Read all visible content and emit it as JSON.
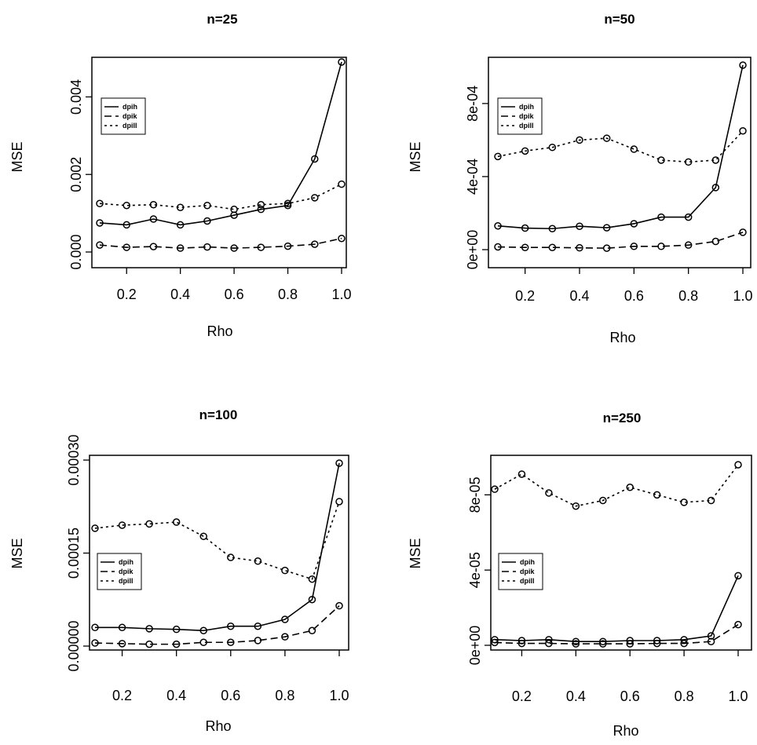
{
  "styles": {
    "line_color": "#000000",
    "background": "#ffffff",
    "dash": {
      "dpih": "",
      "dpik": "9,5",
      "dpill": "3,4"
    }
  },
  "chart_data": [
    {
      "type": "line",
      "title": "n=25",
      "xlabel": "Rho",
      "ylabel": "MSE",
      "x": [
        0.1,
        0.2,
        0.3,
        0.4,
        0.5,
        0.6,
        0.7,
        0.8,
        0.9,
        1.0
      ],
      "xlim": [
        0.1,
        1.0
      ],
      "ylim": [
        0.0,
        0.0049
      ],
      "xticks": [
        0.2,
        0.4,
        0.6,
        0.8,
        1.0
      ],
      "xtick_labels": [
        "0.2",
        "0.4",
        "0.6",
        "0.8",
        "1.0"
      ],
      "yticks": [
        0.0,
        0.002,
        0.004
      ],
      "ytick_labels": [
        "0.000",
        "0.002",
        "0.004"
      ],
      "legend_position": "upper-left",
      "series": [
        {
          "name": "dpih",
          "values": [
            0.00075,
            0.0007,
            0.00085,
            0.0007,
            0.0008,
            0.00095,
            0.0011,
            0.0012,
            0.0024,
            0.0049
          ]
        },
        {
          "name": "dpik",
          "values": [
            0.00018,
            0.00012,
            0.00014,
            0.0001,
            0.00013,
            0.0001,
            0.00012,
            0.00015,
            0.0002,
            0.00035
          ]
        },
        {
          "name": "dpill",
          "values": [
            0.00125,
            0.0012,
            0.00122,
            0.00115,
            0.0012,
            0.0011,
            0.00122,
            0.00125,
            0.0014,
            0.00175
          ]
        }
      ]
    },
    {
      "type": "line",
      "title": "n=50",
      "xlabel": "Rho",
      "ylabel": "MSE",
      "x": [
        0.1,
        0.2,
        0.3,
        0.4,
        0.5,
        0.6,
        0.7,
        0.8,
        0.9,
        1.0
      ],
      "xlim": [
        0.1,
        1.0
      ],
      "ylim": [
        0.0,
        0.00101
      ],
      "xticks": [
        0.2,
        0.4,
        0.6,
        0.8,
        1.0
      ],
      "xtick_labels": [
        "0.2",
        "0.4",
        "0.6",
        "0.8",
        "1.0"
      ],
      "yticks": [
        0.0,
        0.0004,
        0.0008
      ],
      "ytick_labels": [
        "0e+00",
        "4e-04",
        "8e-04"
      ],
      "legend_position": "upper-left",
      "series": [
        {
          "name": "dpih",
          "values": [
            0.00013,
            0.000118,
            0.000115,
            0.000128,
            0.00012,
            0.000142,
            0.000178,
            0.000178,
            0.00034,
            0.00101
          ]
        },
        {
          "name": "dpik",
          "values": [
            1.5e-05,
            1.2e-05,
            1.2e-05,
            1e-05,
            8e-06,
            1.8e-05,
            1.8e-05,
            2.5e-05,
            4.5e-05,
            9.5e-05
          ]
        },
        {
          "name": "dpill",
          "values": [
            0.00051,
            0.00054,
            0.00056,
            0.0006,
            0.00061,
            0.00055,
            0.00049,
            0.00048,
            0.00049,
            0.00065
          ]
        }
      ]
    },
    {
      "type": "line",
      "title": "n=100",
      "xlabel": "Rho",
      "ylabel": "MSE",
      "x": [
        0.1,
        0.2,
        0.3,
        0.4,
        0.5,
        0.6,
        0.7,
        0.8,
        0.9,
        1.0
      ],
      "xlim": [
        0.1,
        1.0
      ],
      "ylim": [
        0.0,
        0.000295
      ],
      "xticks": [
        0.2,
        0.4,
        0.6,
        0.8,
        1.0
      ],
      "xtick_labels": [
        "0.2",
        "0.4",
        "0.6",
        "0.8",
        "1.0"
      ],
      "yticks": [
        0.0,
        0.00015,
        0.0003
      ],
      "ytick_labels": [
        "0.00000",
        "0.00015",
        "0.00030"
      ],
      "legend_position": "lower-left",
      "series": [
        {
          "name": "dpih",
          "values": [
            3e-05,
            3e-05,
            2.8e-05,
            2.7e-05,
            2.5e-05,
            3.2e-05,
            3.2e-05,
            4.3e-05,
            7.5e-05,
            0.000295
          ]
        },
        {
          "name": "dpik",
          "values": [
            5e-06,
            4e-06,
            3e-06,
            3e-06,
            6e-06,
            6e-06,
            9e-06,
            1.5e-05,
            2.5e-05,
            6.5e-05
          ]
        },
        {
          "name": "dpill",
          "values": [
            0.00019,
            0.000195,
            0.000197,
            0.0002,
            0.000177,
            0.000143,
            0.000137,
            0.000122,
            0.000108,
            0.000233
          ]
        }
      ]
    },
    {
      "type": "line",
      "title": "n=250",
      "xlabel": "Rho",
      "ylabel": "MSE",
      "x": [
        0.1,
        0.2,
        0.3,
        0.4,
        0.5,
        0.6,
        0.7,
        0.8,
        0.9,
        1.0
      ],
      "xlim": [
        0.1,
        1.0
      ],
      "ylim": [
        0.0,
        9.6e-05
      ],
      "xticks": [
        0.2,
        0.4,
        0.6,
        0.8,
        1.0
      ],
      "xtick_labels": [
        "0.2",
        "0.4",
        "0.6",
        "0.8",
        "1.0"
      ],
      "yticks": [
        0.0,
        4e-05,
        8e-05
      ],
      "ytick_labels": [
        "0e+00",
        "4e-05",
        "8e-05"
      ],
      "legend_position": "lower-left",
      "series": [
        {
          "name": "dpih",
          "values": [
            3e-06,
            2.5e-06,
            3e-06,
            2e-06,
            2e-06,
            2.5e-06,
            2.5e-06,
            3e-06,
            5e-06,
            3.7e-05
          ]
        },
        {
          "name": "dpik",
          "values": [
            1.5e-06,
            1e-06,
            1e-06,
            8e-07,
            8e-07,
            8e-07,
            1e-06,
            1e-06,
            2e-06,
            1.1e-05
          ]
        },
        {
          "name": "dpill",
          "values": [
            8.3e-05,
            9.1e-05,
            8.1e-05,
            7.4e-05,
            7.7e-05,
            8.4e-05,
            8e-05,
            7.6e-05,
            7.7e-05,
            9.6e-05
          ]
        }
      ]
    }
  ]
}
